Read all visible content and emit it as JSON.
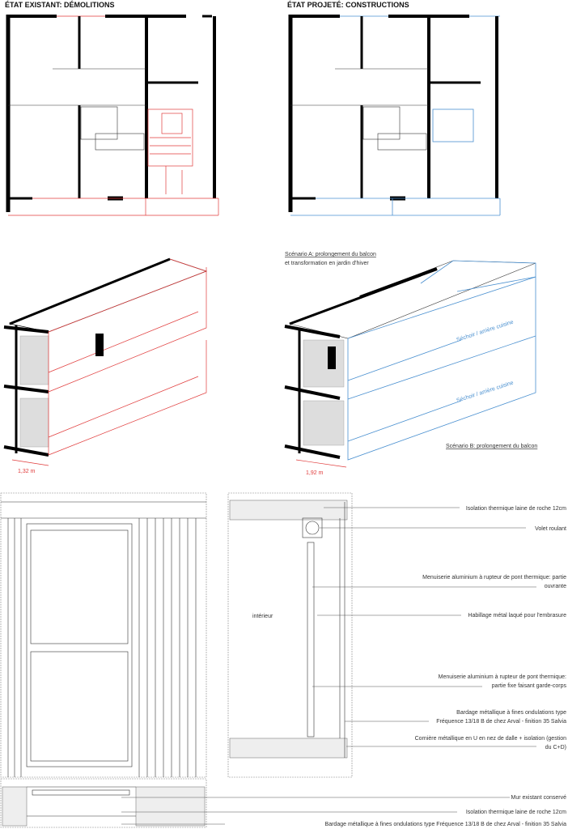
{
  "plans": {
    "existing_title": "ÉTAT EXISTANT: DÉMOLITIONS",
    "projected_title": "ÉTAT PROJETÉ: CONSTRUCTIONS"
  },
  "axonometrics": {
    "existing_dimension": "1,32 m",
    "projected_dimension": "1,92 m",
    "scenario_a_line1": "Scénario A: prolongement du balcon",
    "scenario_a_line2": "et transformation en jardin d'hiver",
    "scenario_b": "Scénario B: prolongement du balcon",
    "room_label_upper": "Séchoir / arrière cuisine",
    "room_label_lower": "Séchoir / arrière cuisine"
  },
  "section": {
    "interior_label": "intérieur",
    "annotations": [
      {
        "lines": [
          "Isolation thermique laine de roche 12cm"
        ]
      },
      {
        "lines": [
          "Volet roulant"
        ]
      },
      {
        "lines": [
          "Menuiserie aluminium à rupteur de pont thermique: partie",
          "ouvrante"
        ]
      },
      {
        "lines": [
          "Habillage métal laqué pour l'embrasure"
        ]
      },
      {
        "lines": [
          "Menuiserie aluminium à rupteur de pont thermique:",
          "partie fixe faisant garde-corps"
        ]
      },
      {
        "lines": [
          "Bardage métallique à fines ondulations type",
          "Fréquence 13/18 B de chez Arval - finition  35 Salvia"
        ]
      },
      {
        "lines": [
          "Cornière métallique en U en nez de dalle + isolation (gestion",
          "du C+D)"
        ]
      }
    ]
  },
  "plan_section": {
    "annotations": [
      "Mur existant conservé",
      "Isolation thermique laine de roche 12cm",
      "Bardage métallique à fines ondulations type Fréquence 13/18 B de chez Arval - finition  35 Salvia"
    ]
  },
  "colors": {
    "demolition": "#e03a3a",
    "construction": "#4a90d0"
  }
}
